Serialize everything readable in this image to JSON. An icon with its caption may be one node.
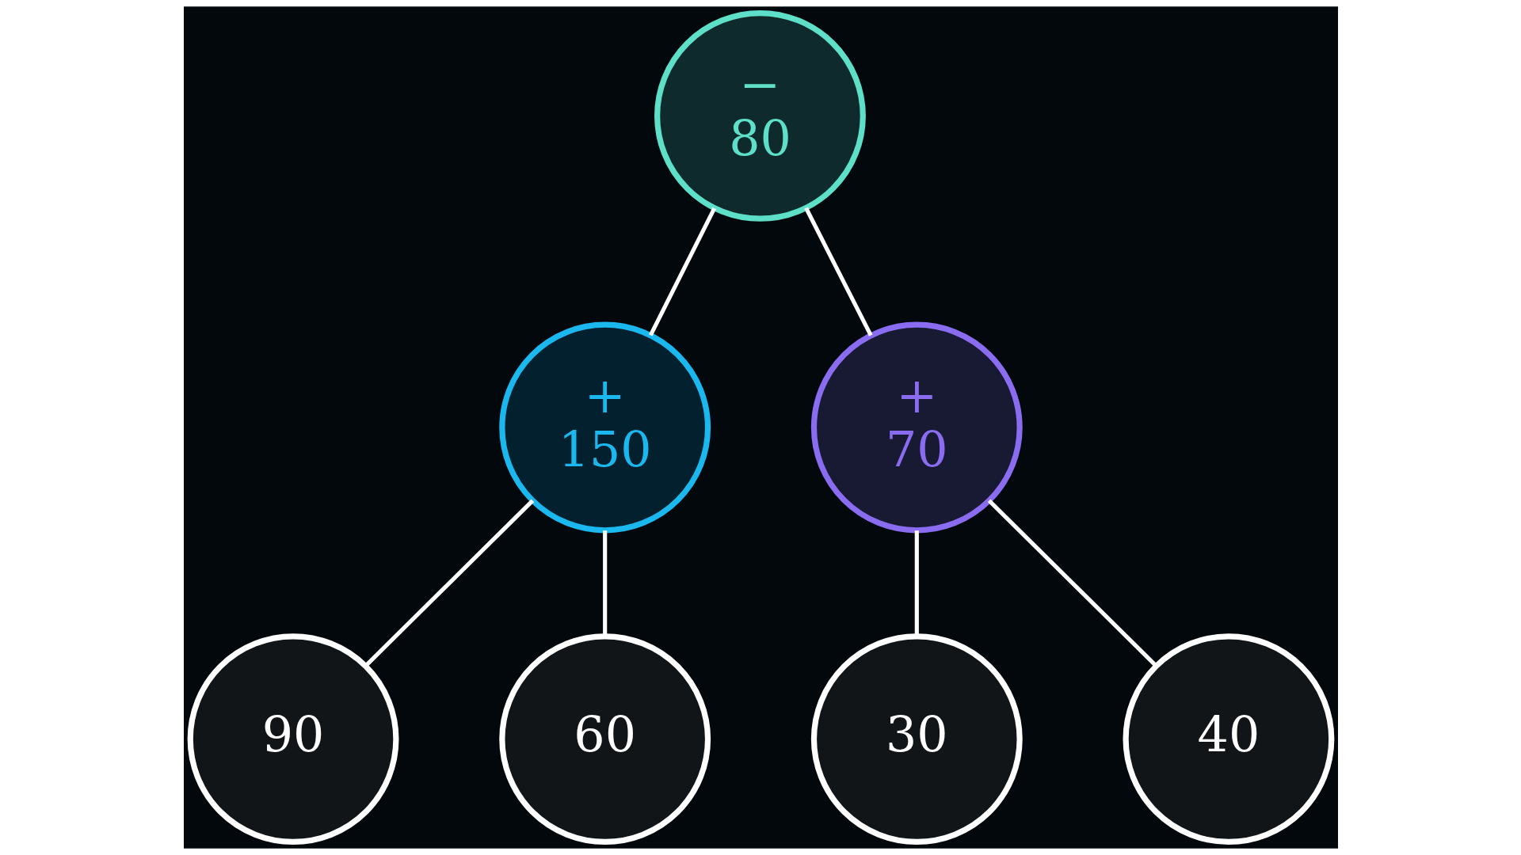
{
  "diagram": {
    "nodes": [
      {
        "text": [
          "−",
          "80"
        ]
      },
      {
        "text": [
          "+",
          "150"
        ]
      },
      {
        "text": [
          "+",
          "70"
        ]
      },
      {
        "text": [
          "90"
        ]
      },
      {
        "text": [
          "60"
        ]
      },
      {
        "text": [
          "30"
        ]
      },
      {
        "text": [
          "40"
        ]
      }
    ],
    "edges": [
      {
        "from": 0,
        "to": 1,
        "arrow": "none"
      },
      {
        "from": 0,
        "to": 2,
        "arrow": "none"
      },
      {
        "from": 1,
        "to": 3,
        "arrow": "none"
      },
      {
        "from": 1,
        "to": 4,
        "arrow": "none"
      },
      {
        "from": 2,
        "to": 5,
        "arrow": "none"
      },
      {
        "from": 2,
        "to": 6,
        "arrow": "none"
      }
    ]
  }
}
